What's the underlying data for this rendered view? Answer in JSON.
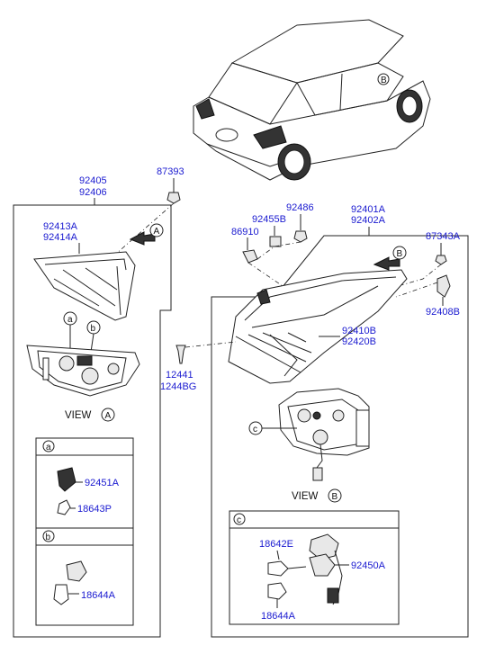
{
  "labels": {
    "p92405": "92405",
    "p92406": "92406",
    "p87393": "87393",
    "p92413A": "92413A",
    "p92414A": "92414A",
    "p92486": "92486",
    "p92455B": "92455B",
    "p86910": "86910",
    "p92401A": "92401A",
    "p92402A": "92402A",
    "p87343A": "87343A",
    "p92408B": "92408B",
    "p92410B": "92410B",
    "p92420B": "92420B",
    "p12441": "12441",
    "p1244BG": "1244BG",
    "p92451A": "92451A",
    "p18643P": "18643P",
    "p18644A_a": "18644A",
    "p18642E": "18642E",
    "p92450A": "92450A",
    "p18644A_c": "18644A"
  },
  "markers": {
    "view_a": "A",
    "view_b": "B",
    "detail_a": "a",
    "detail_b": "b",
    "detail_c": "c"
  },
  "views": {
    "view_a_text": "VIEW",
    "view_a_letter": "A",
    "view_b_text": "VIEW",
    "view_b_letter": "B"
  },
  "sections": {
    "a": "a",
    "b": "b",
    "c": "c"
  },
  "colors": {
    "label": "#1a1ad0",
    "line": "#222222"
  }
}
